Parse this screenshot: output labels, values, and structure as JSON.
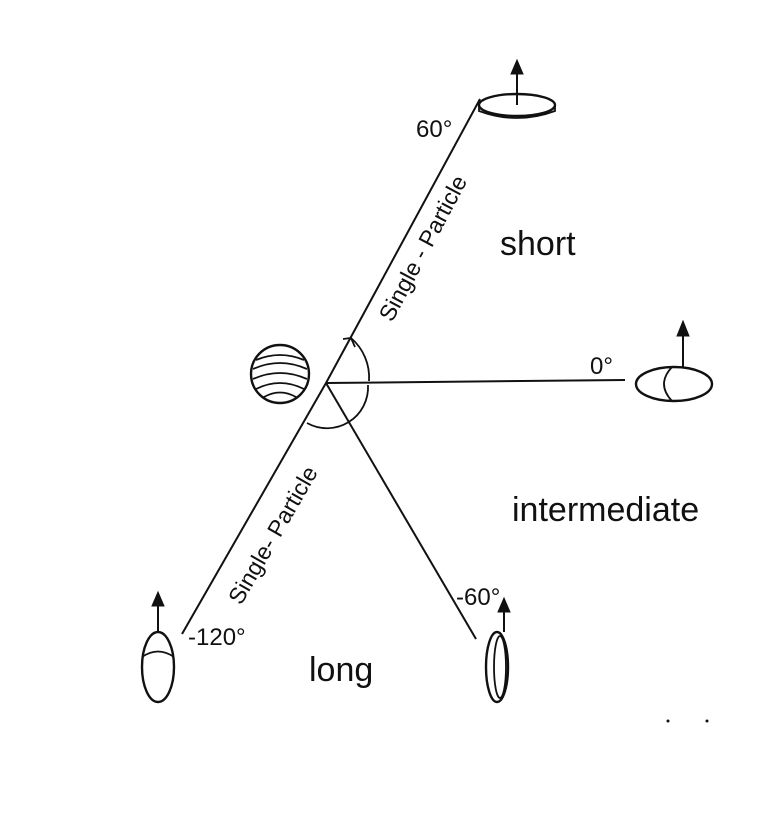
{
  "angle_labels": {
    "deg_60": "60°",
    "deg_0": "0°",
    "deg_minus_60": "-60°",
    "deg_minus_120": "-120°"
  },
  "region_labels": {
    "short": "short",
    "intermediate": "intermediate",
    "long": "long"
  },
  "axis_labels": {
    "upper": "Single - Particle",
    "lower": "Single- Particle"
  },
  "icons": {
    "center": "banded-sphere-icon",
    "short_shape": "oblate-disc-icon",
    "zero_shape": "double-ellipse-icon",
    "minus_60_shape": "thin-disc-icon",
    "minus_120_shape": "prolate-ellipsoid-icon"
  },
  "colors": {
    "ink": "#111111",
    "background": "#ffffff"
  }
}
